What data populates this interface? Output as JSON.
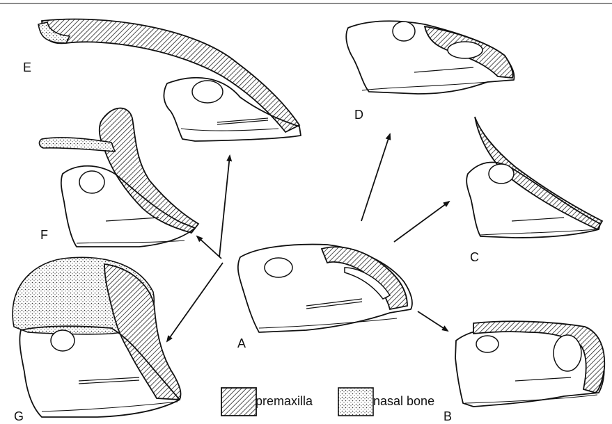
{
  "labels": {
    "a": "A",
    "b": "B",
    "c": "C",
    "d": "D",
    "e": "E",
    "f": "F",
    "g": "G"
  },
  "legend": {
    "premaxilla": "premaxilla",
    "nasal": "nasal bone"
  }
}
